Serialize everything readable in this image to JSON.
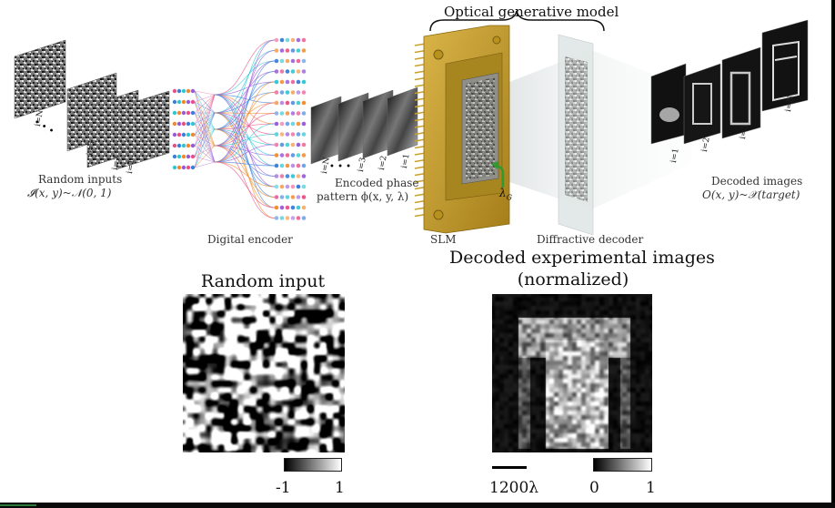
{
  "top": {
    "title": "Optical generative model",
    "random_inputs_label": "Random inputs",
    "random_inputs_formula": "𝓘(x, y)~𝒩(0, 1)",
    "digital_encoder_label": "Digital encoder",
    "encoded_phase_label": "Encoded phase",
    "encoded_phase_formula": "pattern ϕ(x, y, λ)",
    "slm_label": "SLM",
    "lambda_label": "λ",
    "lambda_sub": "G",
    "diffractive_label": "Diffractive decoder",
    "decoded_label": "Decoded images",
    "decoded_formula": "O(x, y)~𝒳(target)",
    "input_stack_labels": [
      "i=N",
      "i=3",
      "i=2",
      "i=1"
    ],
    "phase_stack_labels": [
      "i=N",
      "i=3",
      "i=2",
      "i=1"
    ],
    "output_stack_labels": [
      "i=1",
      "i=2",
      "i=3",
      "i=N"
    ],
    "ellipsis": "• • •"
  },
  "bottom": {
    "random_title": "Random input",
    "decoded_title_line1": "Decoded experimental images",
    "decoded_title_line2": "(normalized)",
    "left_cb_min": "-1",
    "left_cb_max": "1",
    "right_cb_min": "0",
    "right_cb_max": "1",
    "scalebar": "1200λ"
  },
  "colors": {
    "slm_gold": "#c9a02c",
    "encoder_pink": "#e8508a",
    "encoder_blue": "#3a7fd8",
    "encoder_cyan": "#2fc6d4",
    "encoder_orange": "#f08a2a",
    "encoder_purple": "#9a5ad8",
    "arrow_green": "#2f9a2f"
  }
}
